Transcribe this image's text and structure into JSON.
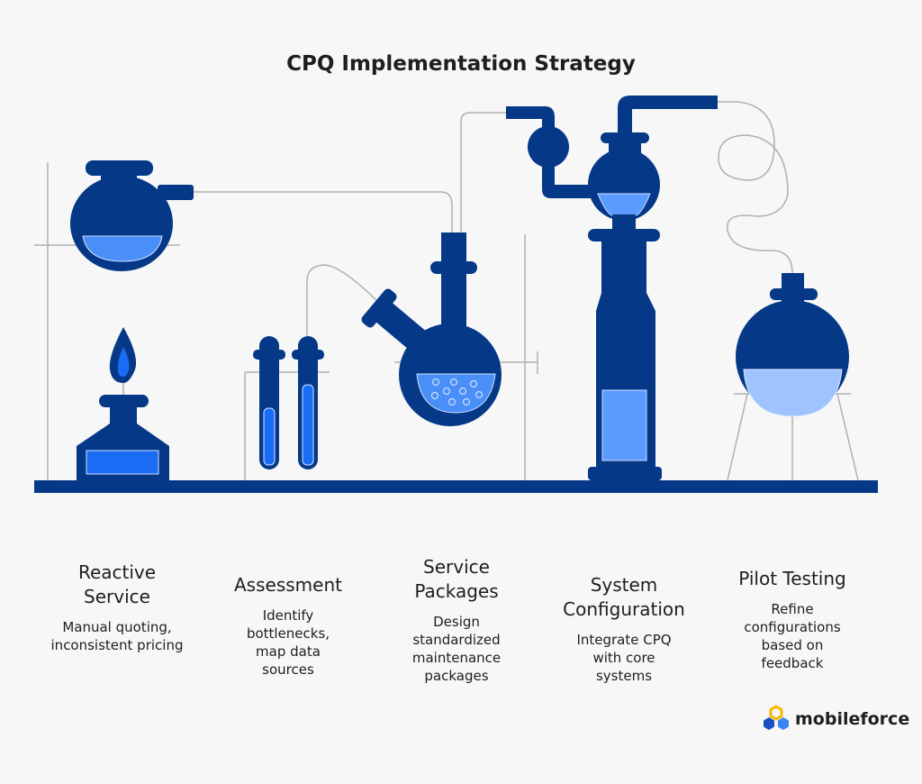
{
  "title": "CPQ Implementation Strategy",
  "steps": [
    {
      "heading": "Reactive Service",
      "description": "Manual quoting, inconsistent pricing"
    },
    {
      "heading": "Assessment",
      "description": "Identify bottlenecks, map data sources"
    },
    {
      "heading": "Service Packages",
      "description": "Design standardized maintenance packages"
    },
    {
      "heading": "System Configuration",
      "description": "Integrate CPQ with core systems"
    },
    {
      "heading": "Pilot Testing",
      "description": "Refine configurations based on feedback"
    }
  ],
  "brand": {
    "name": "mobileforce"
  },
  "colors": {
    "dark": "#053887",
    "bright": "#1a6cf5",
    "light": "#4a8ef8",
    "pale": "#9ec3ff",
    "line": "#b0b0b0"
  }
}
